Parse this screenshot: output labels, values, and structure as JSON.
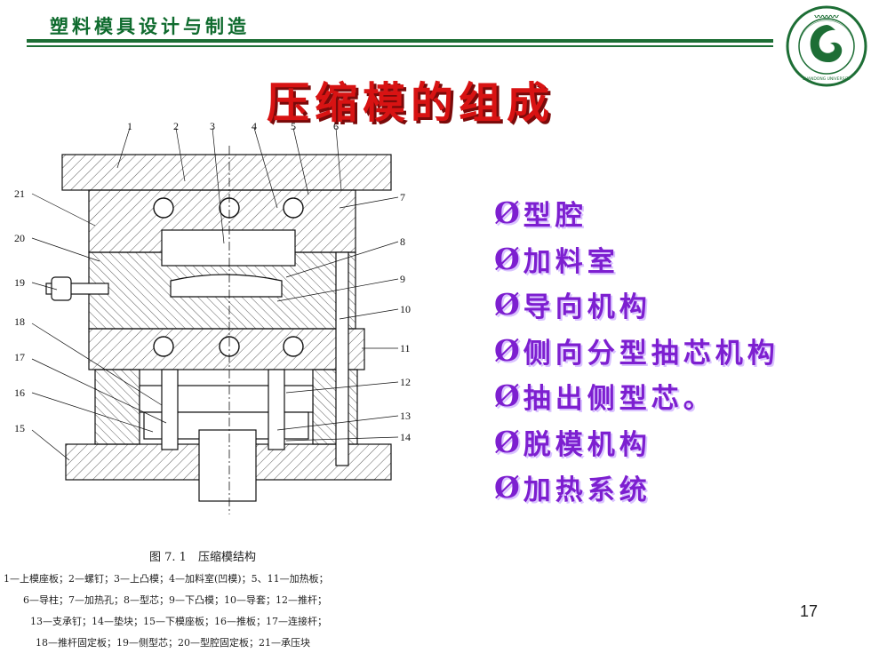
{
  "header": {
    "title": "塑料模具设计与制造",
    "rule_color": "#1d6e35",
    "logo": {
      "name": "university-seal",
      "text_top": "山东理工大学",
      "text_bottom": "SHANDONG UNIVERSITY OF TECHNOLOGY",
      "color": "#1d6e35"
    }
  },
  "slide": {
    "title": "压缩模的组成",
    "title_color": "#d81313",
    "page_number": "17"
  },
  "bullets": {
    "marker": "Ø",
    "color": "#7d1fd0",
    "items": [
      "型腔",
      "加料室",
      "导向机构",
      "侧向分型抽芯机构",
      "抽出侧型芯。",
      "脱模机构",
      "加热系统"
    ]
  },
  "figure": {
    "top_labels": [
      "1",
      "2",
      "3",
      "4",
      "5",
      "6"
    ],
    "left_labels": [
      "21",
      "20",
      "19",
      "18",
      "17",
      "16",
      "15"
    ],
    "right_labels": [
      "7",
      "8",
      "9",
      "10",
      "11",
      "12",
      "13",
      "14"
    ],
    "caption": "图 7. 1　压缩模结构",
    "legend": [
      "1—上模座板；2—螺钉；3—上凸模；4—加料室(凹模)；5、11—加热板；",
      "6—导柱；7—加热孔；8—型芯；9—下凸模；10—导套；12—推杆；",
      "13—支承钉；14—垫块；15—下模座板；16—推板；17—连接杆；",
      "18—推杆固定板；19—侧型芯；20—型腔固定板；21—承压块"
    ]
  }
}
